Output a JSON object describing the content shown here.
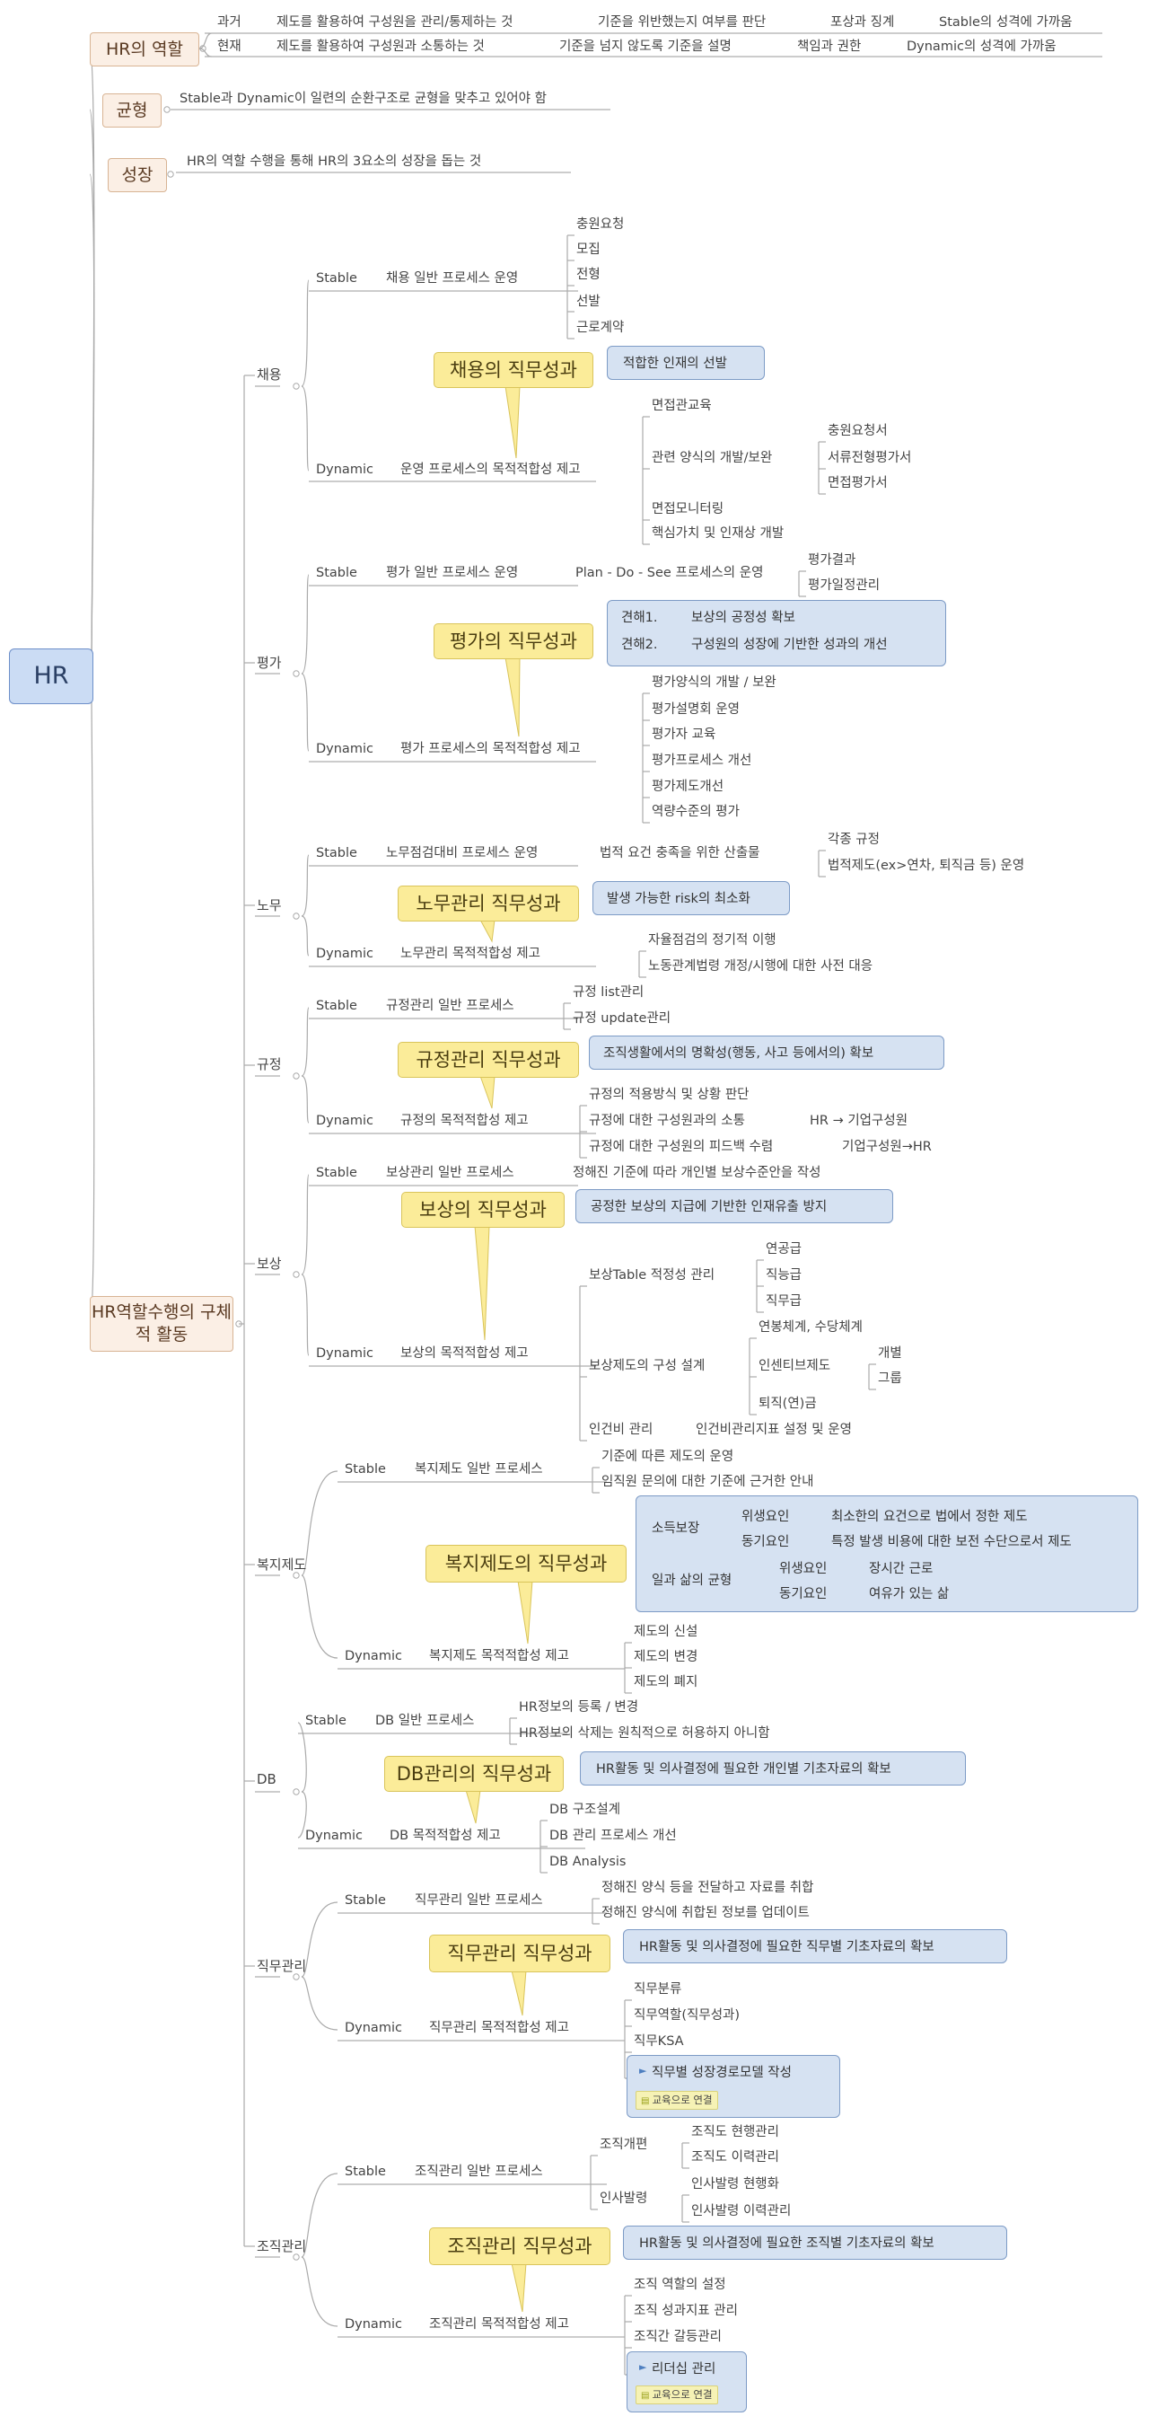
{
  "root": "HR",
  "role": {
    "title": "HR의 역할",
    "past": [
      "과거",
      "제도를 활용하여 구성원을 관리/통제하는 것",
      "기준을 위반했는지 여부를 판단",
      "포상과 징계",
      "Stable의 성격에 가까움"
    ],
    "present": [
      "현재",
      "제도를 활용하여 구성원과 소통하는 것",
      "기준을 넘지 않도록 기준을 설명",
      "책임과 권한",
      "Dynamic의 성격에 가까움"
    ]
  },
  "balance": {
    "title": "균형",
    "text": "Stable과 Dynamic이 일련의 순환구조로 균형을 맞추고 있어야 함"
  },
  "growth": {
    "title": "성장",
    "text": "HR의 역할 수행을 통해 HR의 3요소의 성장을 돕는 것"
  },
  "activities": {
    "title": "HR역할수행의 구체적 활동",
    "hire": {
      "cat": "채용",
      "stable": "Stable",
      "stable_label": "채용 일반 프로세스 운영",
      "stable_items": [
        "충원요청",
        "모집",
        "전형",
        "선발",
        "근로계약"
      ],
      "kpi": "채용의 직무성과",
      "kpi_box": "적합한 인재의 선발",
      "dynamic": "Dynamic",
      "dynamic_label": "운영 프로세스의 목적적합성 제고",
      "dyn_items": [
        "면접관교육",
        "관련 양식의 개발/보완",
        "면접모니터링",
        "핵심가치 및 인재상 개발"
      ],
      "forms": [
        "충원요청서",
        "서류전형평가서",
        "면접평가서"
      ]
    },
    "eval": {
      "cat": "평가",
      "stable": "Stable",
      "stable_label": "평가 일반 프로세스 운영",
      "pds": "Plan - Do - See 프로세스의 운영",
      "pds_items": [
        "평가결과",
        "평가일정관리"
      ],
      "kpi": "평가의 직무성과",
      "views": [
        {
          "k": "견해1.",
          "v": "보상의 공정성 확보"
        },
        {
          "k": "견해2.",
          "v": "구성원의 성장에 기반한 성과의 개선"
        }
      ],
      "dynamic": "Dynamic",
      "dynamic_label": "평가 프로세스의 목적적합성 제고",
      "dyn_items": [
        "평가양식의 개발 / 보완",
        "평가설명회 운영",
        "평가자 교육",
        "평가프로세스 개선",
        "평가제도개선",
        "역량수준의 평가"
      ]
    },
    "labor": {
      "cat": "노무",
      "stable": "Stable",
      "stable_label": "노무점검대비 프로세스 운영",
      "law": "법적 요건 충족을 위한 산출물",
      "law_items": [
        "각종 규정",
        "법적제도(ex>연차, 퇴직금 등) 운영"
      ],
      "kpi": "노무관리 직무성과",
      "kpi_box": "발생 가능한 risk의 최소화",
      "dynamic": "Dynamic",
      "dynamic_label": "노무관리 목적적합성 제고",
      "dyn_items": [
        "자율점검의 정기적 이행",
        "노동관계법령 개정/시행에 대한 사전 대응"
      ]
    },
    "rules": {
      "cat": "규정",
      "stable": "Stable",
      "stable_label": "규정관리 일반 프로세스",
      "stable_items": [
        "규정 list관리",
        "규정 update관리"
      ],
      "kpi": "규정관리 직무성과",
      "kpi_box": "조직생활에서의 명확성(행동, 사고 등에서의) 확보",
      "dynamic": "Dynamic",
      "dynamic_label": "규정의 목적적합성 제고",
      "dyn_items": [
        "규정의 적용방식 및 상황 판단",
        "규정에 대한 구성원과의 소통",
        "규정에 대한 구성원의 피드백 수렴"
      ],
      "flow1": "HR → 기업구성원",
      "flow2": "기업구성원→HR"
    },
    "comp": {
      "cat": "보상",
      "stable": "Stable",
      "stable_label": "보상관리 일반 프로세스",
      "stable_text": "정해진 기준에 따라 개인별 보상수준안을 작성",
      "kpi": "보상의 직무성과",
      "kpi_box": "공정한 보상의 지급에 기반한 인재유출 방지",
      "dynamic": "Dynamic",
      "dynamic_label": "보상의 목적적합성 제고",
      "table": "보상Table 적정성 관리",
      "table_items": [
        "연공급",
        "직능급",
        "직무급"
      ],
      "system": "보상제도의 구성 설계",
      "sys_items": [
        "연봉체계, 수당체계",
        "인센티브제도",
        "퇴직(연)금"
      ],
      "incentive": [
        "개별",
        "그룹"
      ],
      "labor_cost": "인건비 관리",
      "labor_cost_item": "인건비관리지표 설정 및 운영"
    },
    "welfare": {
      "cat": "복지제도",
      "stable": "Stable",
      "stable_label": "복지제도 일반 프로세스",
      "stable_items": [
        "기준에 따른 제도의 운영",
        "임직원 문의에 대한 기준에 근거한 안내"
      ],
      "kpi": "복지제도의 직무성과",
      "income": "소득보장",
      "income_rows": [
        {
          "k": "위생요인",
          "v": "최소한의 요건으로 법에서 정한 제도"
        },
        {
          "k": "동기요인",
          "v": "특정 발생 비용에 대한 보전 수단으로서 제도"
        }
      ],
      "wlb": "일과 삶의 균형",
      "wlb_rows": [
        {
          "k": "위생요인",
          "v": "장시간 근로"
        },
        {
          "k": "동기요인",
          "v": "여유가 있는 삶"
        }
      ],
      "dynamic": "Dynamic",
      "dynamic_label": "복지제도 목적적합성 제고",
      "dyn_items": [
        "제도의 신설",
        "제도의 변경",
        "제도의 폐지"
      ]
    },
    "db": {
      "cat": "DB",
      "stable": "Stable",
      "stable_label": "DB 일반 프로세스",
      "stable_items": [
        "HR정보의 등록 / 변경",
        "HR정보의 삭제는 원칙적으로 허용하지 아니함"
      ],
      "kpi": "DB관리의 직무성과",
      "kpi_box": "HR활동 및 의사결정에 필요한 개인별 기초자료의 확보",
      "dynamic": "Dynamic",
      "dynamic_label": "DB 목적적합성 제고",
      "dyn_items": [
        "DB 구조설계",
        "DB 관리 프로세스 개선",
        "DB Analysis"
      ]
    },
    "job": {
      "cat": "직무관리",
      "stable": "Stable",
      "stable_label": "직무관리 일반 프로세스",
      "stable_items": [
        "정해진 양식 등을 전달하고 자료를 취합",
        "정해진 양식에 취합된 정보를 업데이트"
      ],
      "kpi": "직무관리 직무성과",
      "kpi_box": "HR활동 및 의사결정에 필요한 직무별 기초자료의 확보",
      "dynamic": "Dynamic",
      "dynamic_label": "직무관리 목적적합성 제고",
      "dyn_items": [
        "직무분류",
        "직무역할(직무성과)",
        "직무KSA"
      ],
      "career": "직무별 성장경로모델 작성",
      "career_tag": "교육으로 연결"
    },
    "org": {
      "cat": "조직관리",
      "stable": "Stable",
      "stable_label": "조직관리 일반 프로세스",
      "reorg": "조직개편",
      "reorg_items": [
        "조직도 현행관리",
        "조직도 이력관리"
      ],
      "order": "인사발령",
      "order_items": [
        "인사발령 현행화",
        "인사발령 이력관리"
      ],
      "kpi": "조직관리 직무성과",
      "kpi_box": "HR활동 및 의사결정에 필요한 조직별 기초자료의 확보",
      "dynamic": "Dynamic",
      "dynamic_label": "조직관리 목적적합성 제고",
      "dyn_items": [
        "조직 역할의 설정",
        "조직 성과지표 관리",
        "조직간 갈등관리"
      ],
      "leader": "리더십 관리",
      "leader_tag": "교육으로 연결"
    }
  }
}
